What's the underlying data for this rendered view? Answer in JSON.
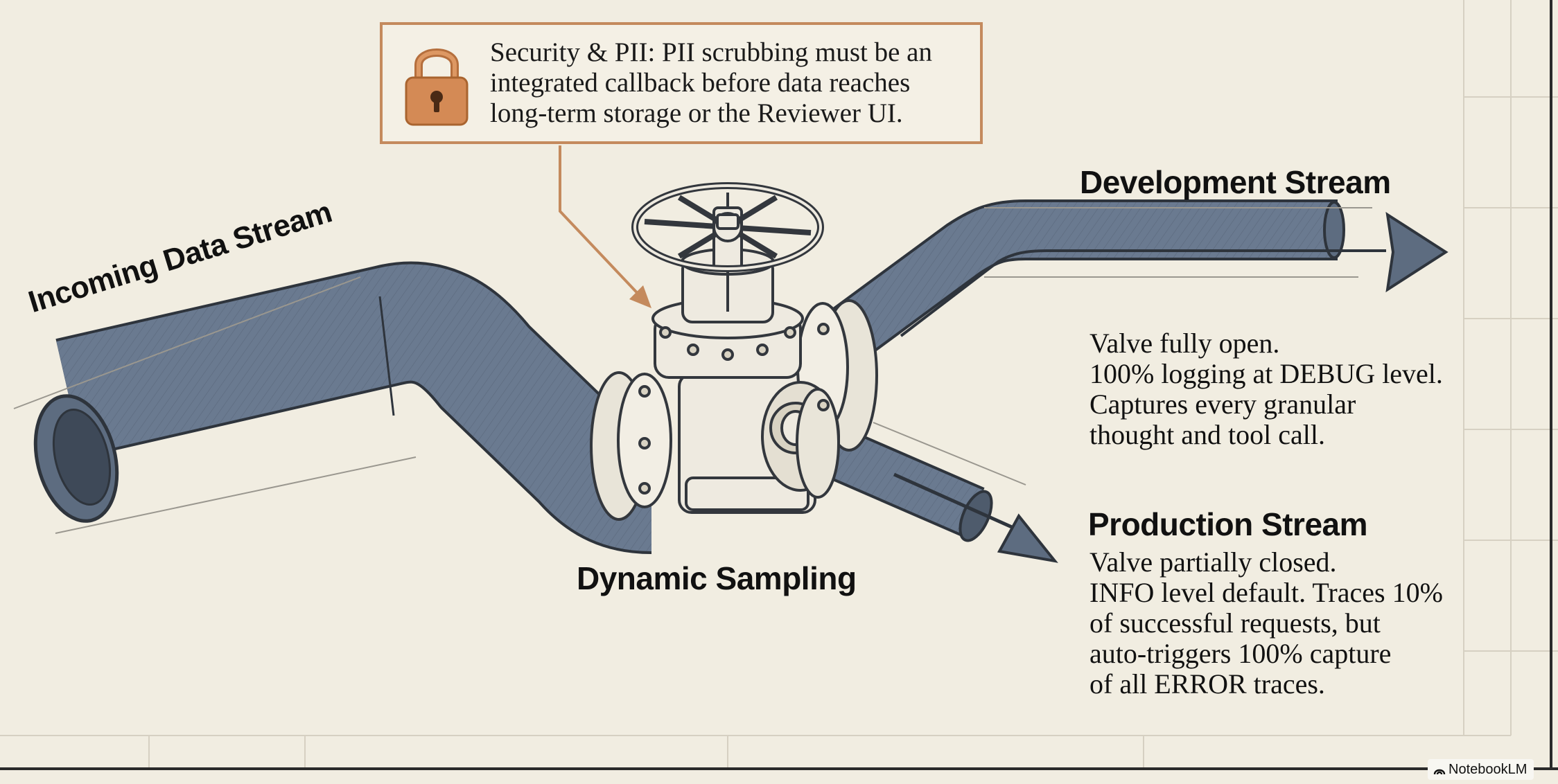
{
  "callout": {
    "icon": "lock-icon",
    "lines": [
      "Security & PII: PII scrubbing must be an",
      "integrated callback before data reaches",
      "long-term storage or the Reviewer UI."
    ]
  },
  "labels": {
    "incoming": "Incoming Data Stream",
    "development": "Development Stream",
    "production": "Production Stream",
    "sampling": "Dynamic Sampling"
  },
  "development_notes": [
    "Valve fully open.",
    "100% logging at DEBUG level.",
    "Captures every granular",
    "thought and tool call."
  ],
  "production_notes": [
    "Valve partially closed.",
    "INFO level default. Traces 10%",
    "of successful requests, but",
    "auto-triggers 100% capture",
    "of all ERROR traces."
  ],
  "brand": "NotebookLM",
  "colors": {
    "background": "#f1ede1",
    "pipe": "#6a7a90",
    "outline": "#2e343c",
    "callout_border": "#c48a5d",
    "lock": "#d48a55",
    "valve_metal": "#eeeae0"
  }
}
